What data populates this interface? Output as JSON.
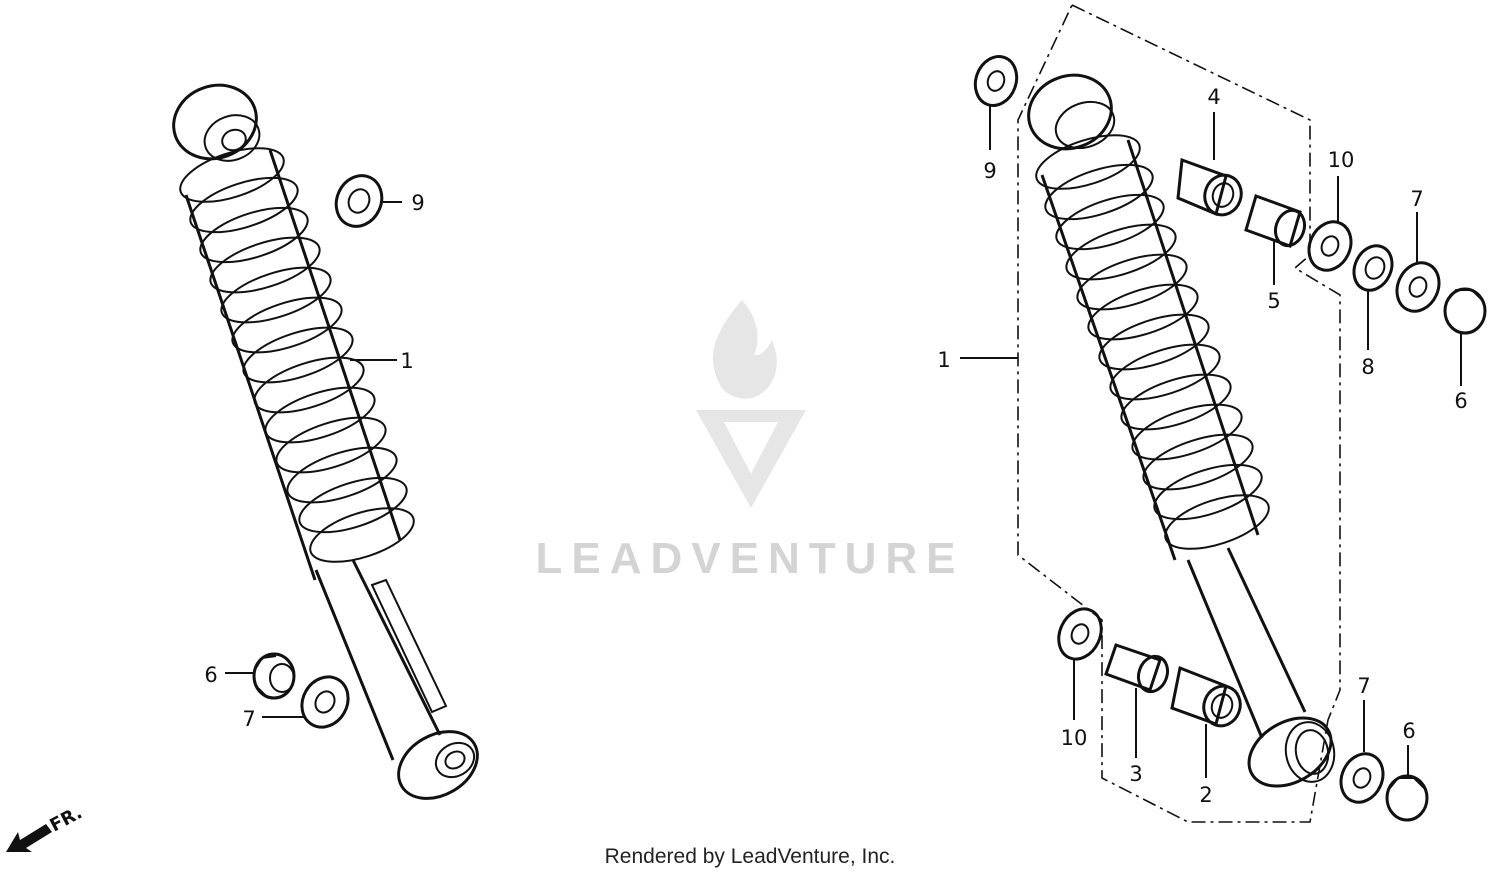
{
  "watermark": {
    "text": "LEADVENTURE"
  },
  "footer": {
    "text": "Rendered by LeadVenture, Inc."
  },
  "direction_label": "FR.",
  "left_callouts": {
    "c1": "1",
    "c9": "9",
    "c6": "6",
    "c7": "7"
  },
  "right_callouts": {
    "c1": "1",
    "c9": "9",
    "c4": "4",
    "c5": "5",
    "c10_top": "10",
    "c7_top": "7",
    "c8": "8",
    "c6_top": "6",
    "c10_bottom": "10",
    "c3": "3",
    "c2": "2",
    "c7_bottom": "7",
    "c6_bottom": "6"
  }
}
